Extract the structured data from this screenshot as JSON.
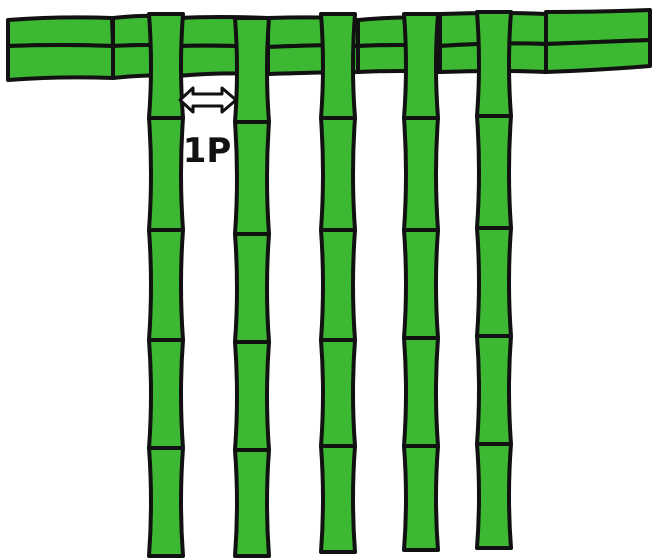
{
  "scene": {
    "fill_color": "#3cb833",
    "outline_color": "#111111",
    "background_color": "#ffffff",
    "horizontal_pole": {
      "name": "horizontal-bamboo-beam",
      "segment_count": 8,
      "stacked_rows": 2
    },
    "vertical_poles": [
      {
        "name": "vertical-bamboo-pole-1",
        "segment_count": 5
      },
      {
        "name": "vertical-bamboo-pole-2",
        "segment_count": 5
      },
      {
        "name": "vertical-bamboo-pole-3",
        "segment_count": 5
      },
      {
        "name": "vertical-bamboo-pole-4",
        "segment_count": 5
      },
      {
        "name": "vertical-bamboo-pole-5",
        "segment_count": 5
      }
    ],
    "spacing_annotation": {
      "label": "1P",
      "arrow_icon": "double-headed-arrow-icon"
    }
  }
}
